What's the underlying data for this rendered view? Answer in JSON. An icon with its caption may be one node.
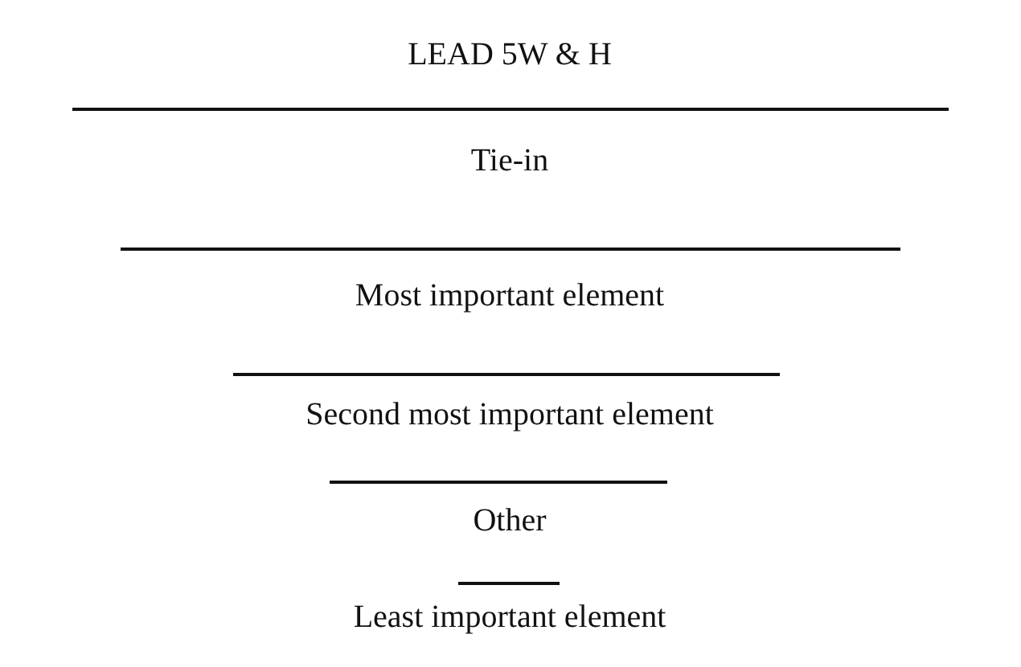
{
  "diagram": {
    "nodes": [
      {
        "text": [
          "LEAD 5W & H"
        ]
      },
      {
        "text": [
          "Tie-in"
        ]
      },
      {
        "text": [
          "Most important element"
        ]
      },
      {
        "text": [
          "Second most important element"
        ]
      },
      {
        "text": [
          "Other"
        ]
      },
      {
        "text": [
          "Least important element"
        ]
      }
    ]
  }
}
